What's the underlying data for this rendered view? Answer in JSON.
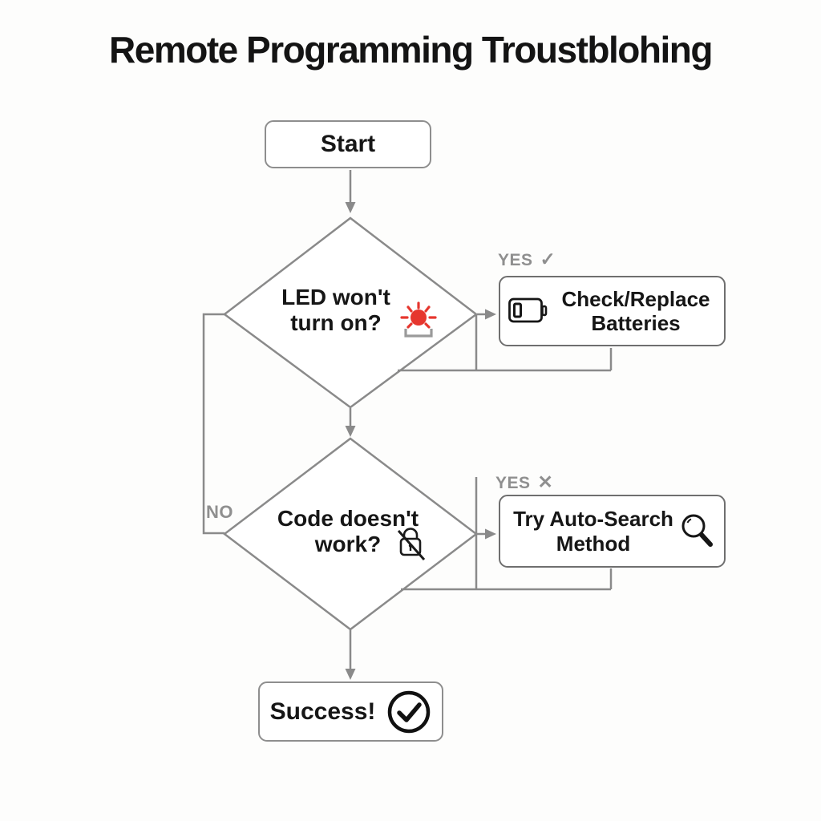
{
  "title": "Remote Programming Troustblohing",
  "nodes": {
    "start": {
      "label": "Start"
    },
    "decision_led": {
      "text_line1": "LED won't",
      "text_line2": "turn on?",
      "icon": "led-alert-icon"
    },
    "action_batteries": {
      "text_line1": "Check/Replace",
      "text_line2": "Batteries",
      "icon": "battery-icon"
    },
    "decision_code": {
      "text_line1": "Code doesn't",
      "text_line2": "work?",
      "icon": "lock-slash-icon"
    },
    "action_autosearch": {
      "text_line1": "Try Auto-Search",
      "text_line2": "Method",
      "icon": "magnifier-icon"
    },
    "success": {
      "label": "Success!",
      "icon": "check-circle-icon"
    }
  },
  "edge_labels": {
    "yes_batteries": {
      "text": "YES",
      "mark": "✓"
    },
    "yes_autosearch": {
      "text": "YES",
      "mark": "✕"
    },
    "no_left": {
      "text": "NO"
    }
  },
  "colors": {
    "line_gray": "#8a8a8a",
    "box_border_gray": "#6f6f6f",
    "label_gray": "#8f8f8f",
    "text_black": "#161616",
    "led_red": "#e6362e",
    "background": "#fdfdfc"
  }
}
